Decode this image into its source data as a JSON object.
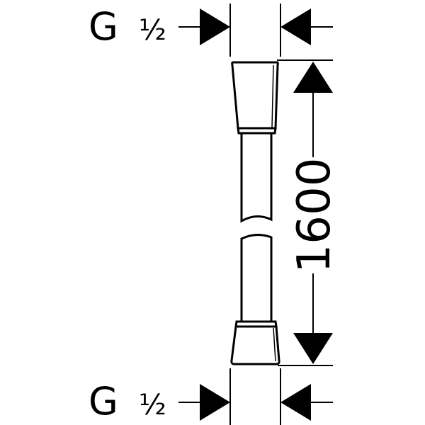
{
  "labels": {
    "top_thread": {
      "letter": "G",
      "fraction": "½"
    },
    "bottom_thread": {
      "letter": "G",
      "fraction": "½"
    },
    "length_dimension": "1600"
  },
  "colors": {
    "line": "#000000",
    "background": "#ffffff"
  }
}
